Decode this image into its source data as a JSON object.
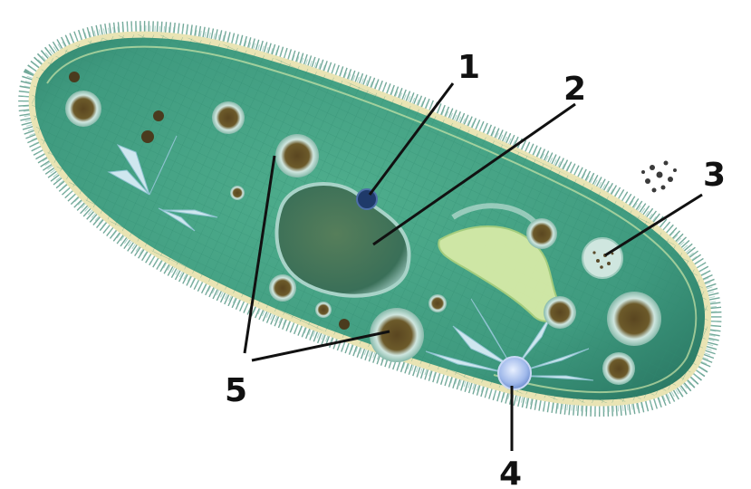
{
  "diagram": {
    "labels": {
      "l1": "1",
      "l2": "2",
      "l3": "3",
      "l4": "4",
      "l5": "5"
    },
    "colors": {
      "body": "#3f9a7f",
      "body_dark": "#256f5c",
      "membrane": "#e9e4b4",
      "cilia": "#4f8f7d",
      "nucleus": "#3d7c5f",
      "vacuole_ring": "#cfe6df",
      "vacuole_core": "#4a3b1e",
      "contractile": "#b7cdf0",
      "oral_groove": "#d6eaa7",
      "leader_line": "#111111"
    }
  }
}
